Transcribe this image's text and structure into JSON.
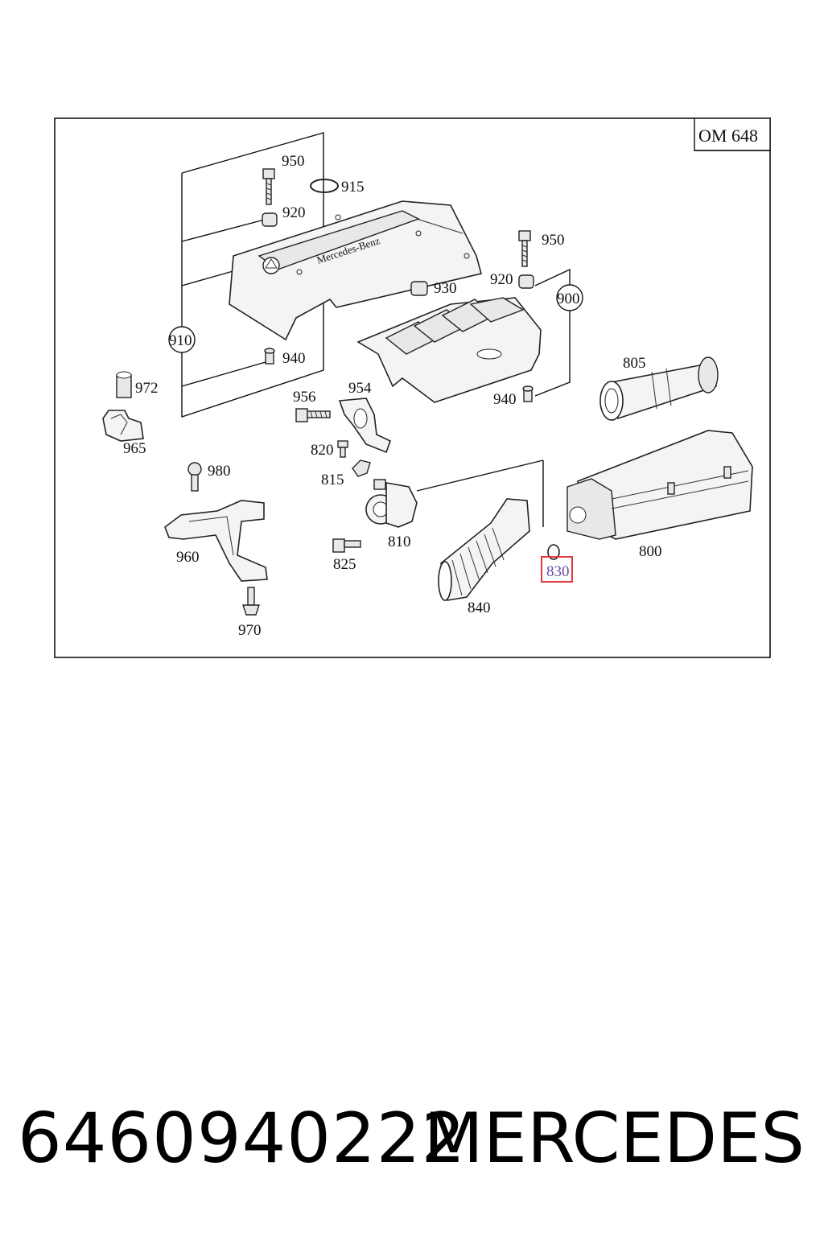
{
  "diagram": {
    "engine_code": "OM 648",
    "cover_logo_text": "Mercedes-Benz",
    "callouts": [
      "950",
      "915",
      "920",
      "930",
      "950",
      "920",
      "900",
      "910",
      "940",
      "972",
      "965",
      "956",
      "954",
      "940",
      "805",
      "820",
      "815",
      "980",
      "960",
      "810",
      "825",
      "840",
      "830",
      "800",
      "970"
    ],
    "highlighted_callout": "830",
    "highlight_color": "#e0393e"
  },
  "footer": {
    "part_number": "6460940222",
    "brand": "MERCEDES"
  }
}
